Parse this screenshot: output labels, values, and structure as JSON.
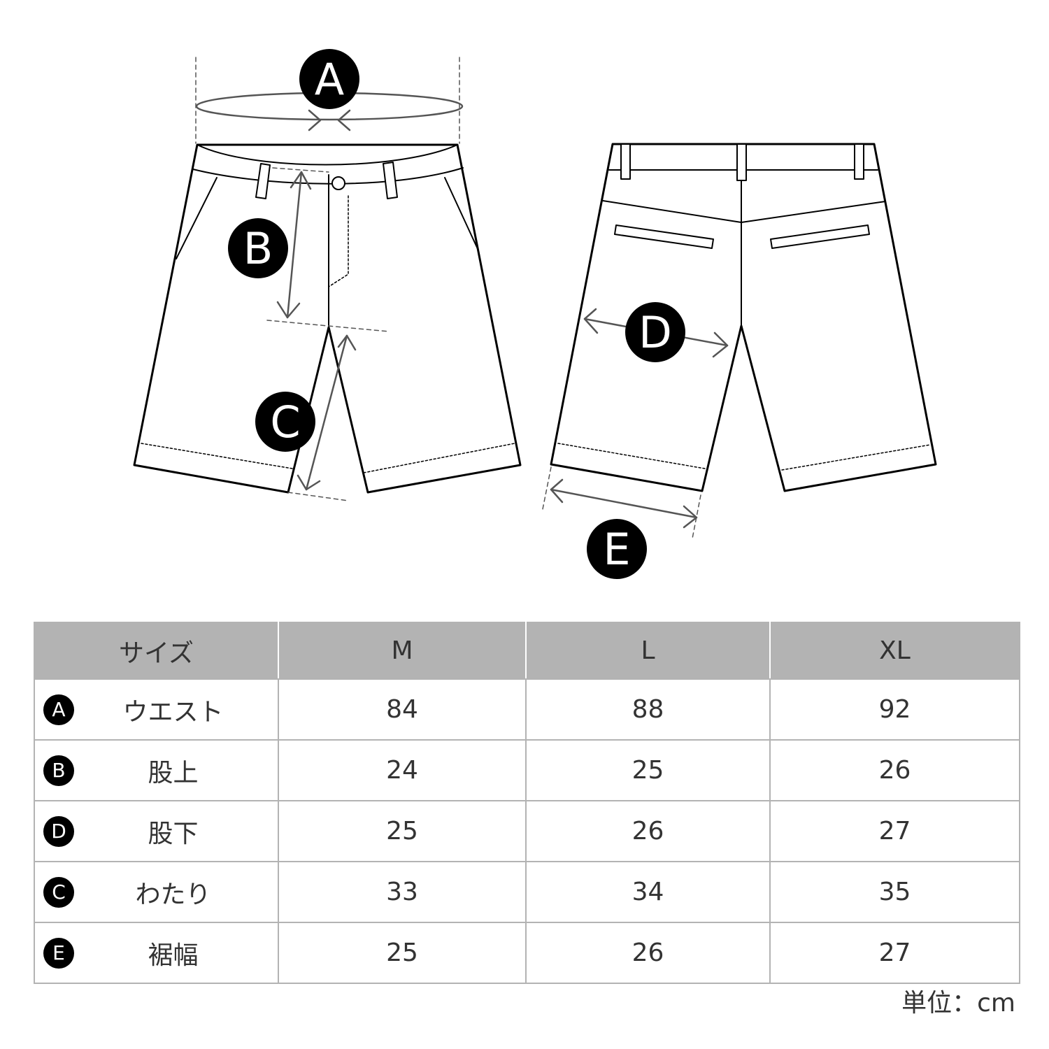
{
  "markers": {
    "a": "A",
    "b": "B",
    "c": "C",
    "d": "D",
    "e": "E"
  },
  "table": {
    "header": [
      "サイズ",
      "M",
      "L",
      "XL"
    ],
    "rows": [
      {
        "marker": "A",
        "name": "ウエスト",
        "values": [
          "84",
          "88",
          "92"
        ]
      },
      {
        "marker": "B",
        "name": "股上",
        "values": [
          "24",
          "25",
          "26"
        ]
      },
      {
        "marker": "D",
        "name": "股下",
        "values": [
          "25",
          "26",
          "27"
        ]
      },
      {
        "marker": "C",
        "name": "わたり",
        "values": [
          "33",
          "34",
          "35"
        ]
      },
      {
        "marker": "E",
        "name": "裾幅",
        "values": [
          "25",
          "26",
          "27"
        ]
      }
    ]
  },
  "unit": "単位：cm"
}
